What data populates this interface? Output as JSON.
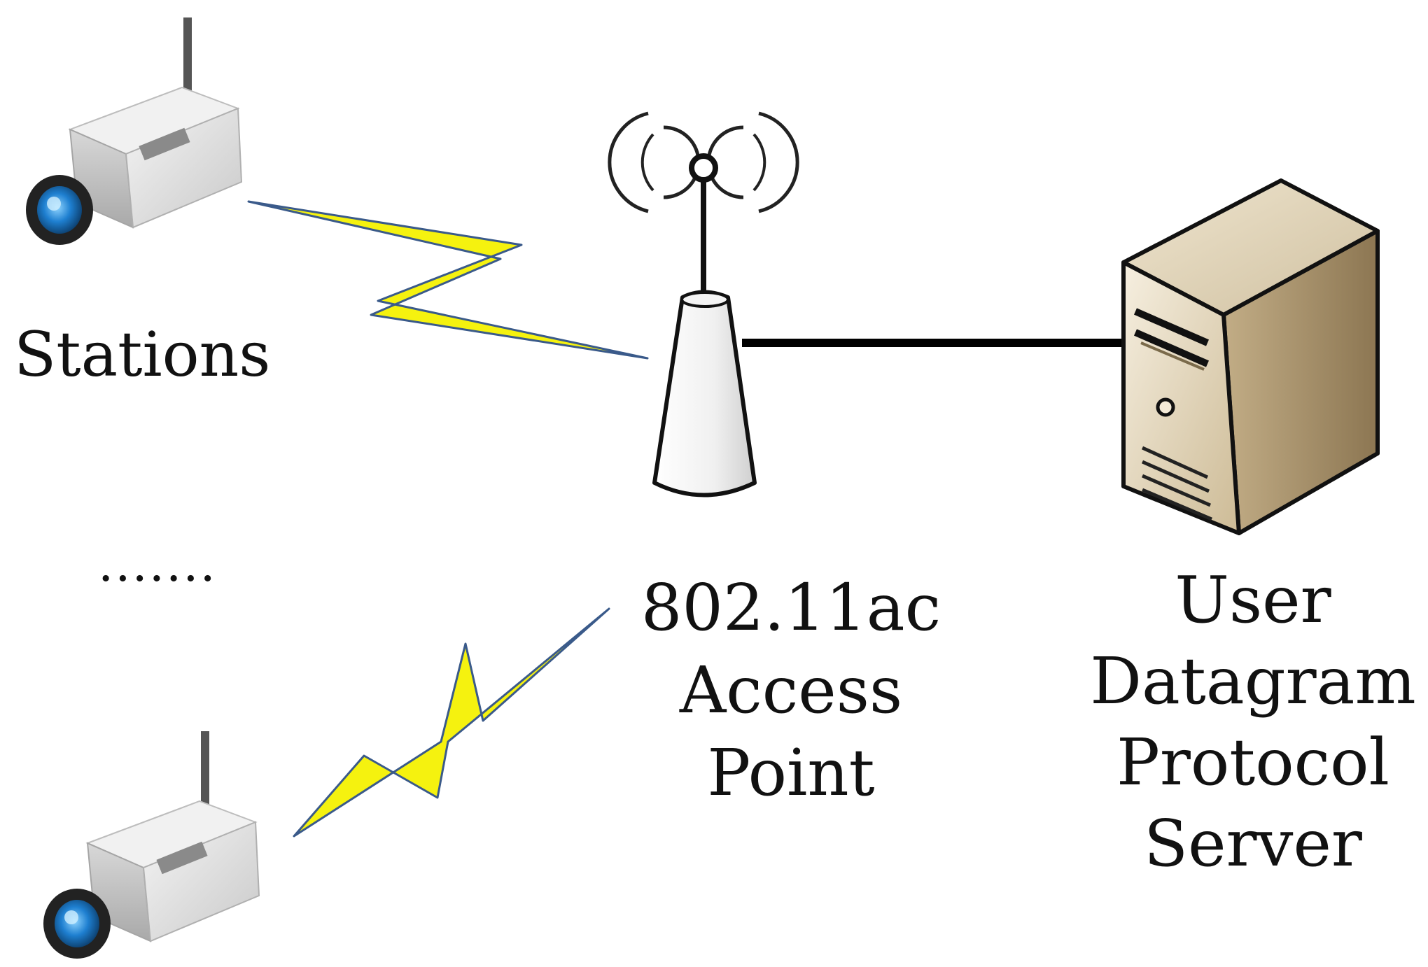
{
  "nodes": {
    "stations": {
      "label": "Stations",
      "icon": "ip-camera-icon",
      "ellipsis": "......."
    },
    "access_point": {
      "lines": [
        "802.11ac",
        "Access",
        "Point"
      ],
      "icon": "wireless-antenna-icon"
    },
    "server": {
      "lines": [
        "User",
        "Datagram",
        "Protocol",
        "Server"
      ],
      "icon": "tower-server-icon"
    }
  },
  "links": [
    {
      "from": "stations",
      "to": "access_point",
      "type": "wireless",
      "icon": "lightning-bolt-icon"
    },
    {
      "from": "stations",
      "to": "access_point",
      "type": "wireless",
      "icon": "lightning-bolt-icon"
    },
    {
      "from": "access_point",
      "to": "server",
      "type": "wired"
    }
  ],
  "colors": {
    "bolt_fill": "#f5f20f",
    "bolt_edge": "#3a5a8a",
    "camera_lens": "#1e7fd0",
    "server_body": "#d9ccb0",
    "wire": "#000000"
  }
}
